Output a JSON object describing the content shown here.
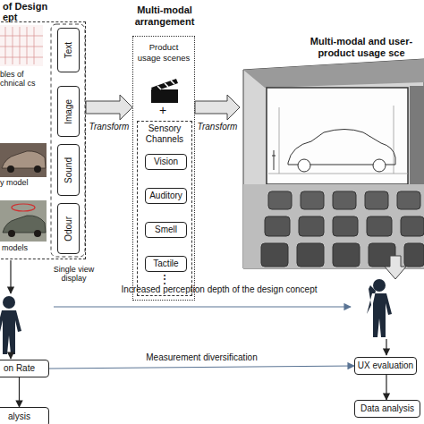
{
  "diagram": {
    "nodes": [
      {
        "text": [
          "of Design ept"
        ]
      },
      {
        "text": [
          "Text"
        ],
        "in": 0
      },
      {
        "text": [
          "Image"
        ],
        "in": 0
      },
      {
        "text": [
          "Sound"
        ],
        "in": 0
      },
      {
        "text": [
          "Odour"
        ],
        "in": 0
      },
      {
        "text": [
          "Multi-modal arrangement",
          "Product usage scenes",
          "+"
        ]
      },
      {
        "text": [
          "Sensory Channels"
        ],
        "in": 5
      },
      {
        "text": [
          "Vision"
        ],
        "in": 6
      },
      {
        "text": [
          "Auditory"
        ],
        "in": 6
      },
      {
        "text": [
          "Smell"
        ],
        "in": 6
      },
      {
        "text": [
          "Tactile"
        ],
        "in": 6
      },
      {
        "text": [
          "Multi-modal and user- product usage sce"
        ]
      },
      {
        "text": [
          "on Rate"
        ]
      },
      {
        "text": [
          "alysis"
        ]
      },
      {
        "text": [
          "UX evaluation"
        ]
      },
      {
        "text": [
          "Data analysis"
        ]
      }
    ],
    "edges": [
      {
        "from": 0,
        "to": 5,
        "arrow": "to",
        "label": "Transform"
      },
      {
        "from": 5,
        "to": 11,
        "arrow": "to",
        "label": "Transform"
      },
      {
        "from": 12,
        "to": 13,
        "arrow": "to"
      },
      {
        "from": 12,
        "to": 14,
        "arrow": "to",
        "label": "Measurement diversification"
      },
      {
        "from": 14,
        "to": 15,
        "arrow": "to"
      }
    ],
    "labels": [
      "bles of chnical cs",
      "y model",
      "models",
      "Single view display",
      "⋮",
      "Increased perception depth of the design concept"
    ]
  }
}
